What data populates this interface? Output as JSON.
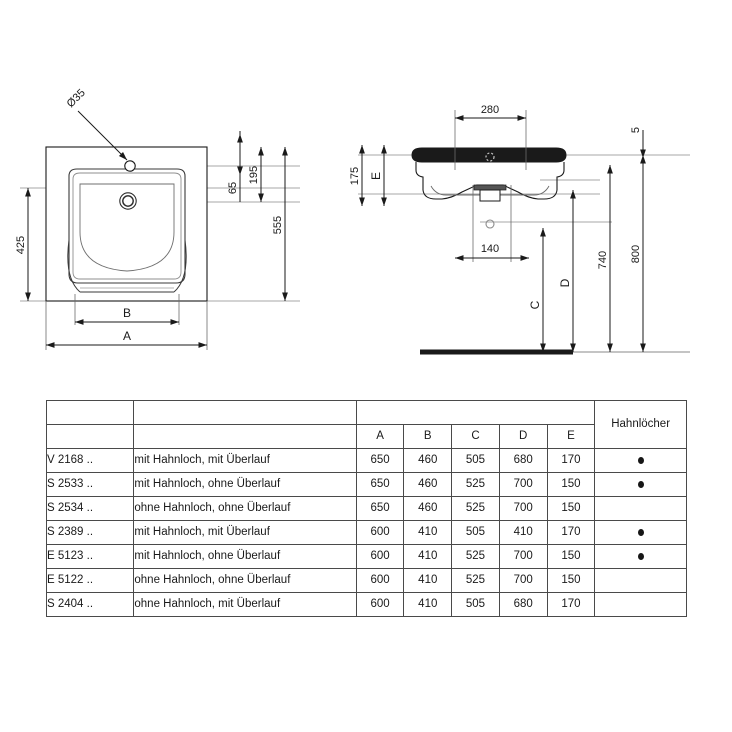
{
  "drawings": {
    "front_view": {
      "name": "front-elevation-washbasin",
      "callout_diameter": "Ø35",
      "dim_left_height": "425",
      "dim_vert_65": "65",
      "dim_vert_195": "195",
      "dim_vert_555": "555",
      "dim_width_a": "A",
      "dim_width_b": "B"
    },
    "side_view": {
      "name": "side-section-washbasin",
      "dim_top_280": "280",
      "dim_inner_140": "140",
      "dim_left_175": "175",
      "dim_left_e": "E",
      "dim_right_5": "5",
      "dim_right_800": "800",
      "dim_right_740": "740",
      "dim_d": "D",
      "dim_c": "C"
    }
  },
  "table": {
    "header": {
      "model_label": "",
      "desc_label": "",
      "holes_label": "Hahnlöcher",
      "dims": [
        "A",
        "B",
        "C",
        "D",
        "E"
      ]
    },
    "rows": [
      {
        "model": "V 2168 ..",
        "desc": "mit Hahnloch, mit Überlauf",
        "a": "650",
        "b": "460",
        "c": "505",
        "d": "680",
        "e": "170",
        "hole": true
      },
      {
        "model": "S 2533 ..",
        "desc": "mit Hahnloch, ohne Überlauf",
        "a": "650",
        "b": "460",
        "c": "525",
        "d": "700",
        "e": "150",
        "hole": true
      },
      {
        "model": "S 2534 ..",
        "desc": "ohne Hahnloch, ohne Überlauf",
        "a": "650",
        "b": "460",
        "c": "525",
        "d": "700",
        "e": "150",
        "hole": false
      },
      {
        "model": "S 2389 ..",
        "desc": "mit Hahnloch, mit Überlauf",
        "a": "600",
        "b": "410",
        "c": "505",
        "d": "410",
        "e": "170",
        "hole": true
      },
      {
        "model": "E 5123 ..",
        "desc": "mit Hahnloch, ohne Überlauf",
        "a": "600",
        "b": "410",
        "c": "525",
        "d": "700",
        "e": "150",
        "hole": true
      },
      {
        "model": "E 5122 ..",
        "desc": "ohne Hahnloch, ohne Überlauf",
        "a": "600",
        "b": "410",
        "c": "525",
        "d": "700",
        "e": "150",
        "hole": false
      },
      {
        "model": "S 2404 ..",
        "desc": "ohne Hahnloch, mit Überlauf",
        "a": "600",
        "b": "410",
        "c": "505",
        "d": "680",
        "e": "170",
        "hole": false
      }
    ]
  },
  "colors": {
    "line": "#1a1a1a",
    "thin_line": "#6b6b6b",
    "table_border": "#4a4a4a",
    "text": "#1a1a1a",
    "background": "#ffffff"
  }
}
